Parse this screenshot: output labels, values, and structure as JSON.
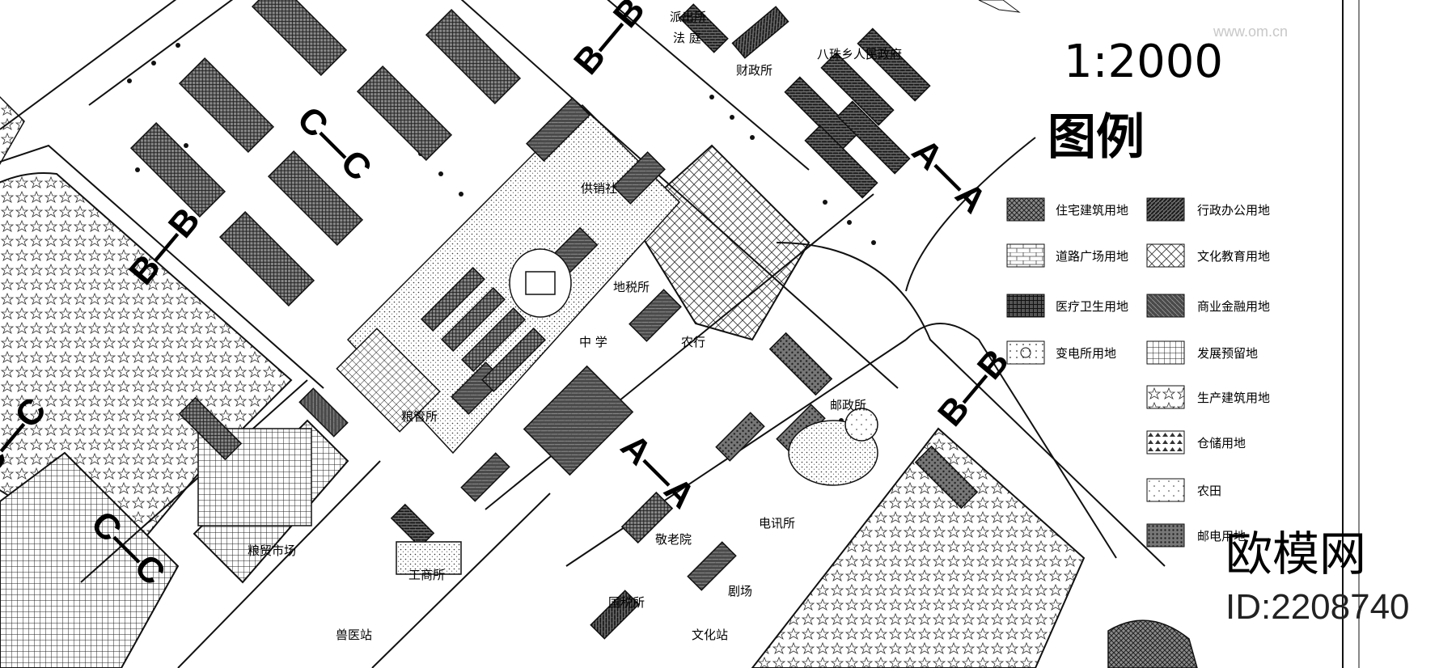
{
  "scale": "1:2000",
  "legend": {
    "title": "图例",
    "items": [
      {
        "label": "住宅建筑用地",
        "pattern": "pat-res"
      },
      {
        "label": "行政办公用地",
        "pattern": "pat-admin"
      },
      {
        "label": "道路广场用地",
        "pattern": "pat-road"
      },
      {
        "label": "文化教育用地",
        "pattern": "pat-edu"
      },
      {
        "label": "医疗卫生用地",
        "pattern": "pat-med"
      },
      {
        "label": "商业金融用地",
        "pattern": "pat-com"
      },
      {
        "label": "变电所用地",
        "pattern": "pat-power"
      },
      {
        "label": "发展预留地",
        "pattern": "pat-reserve"
      },
      {
        "label": "生产建筑用地",
        "pattern": "pat-ind"
      },
      {
        "label": "仓储用地",
        "pattern": "pat-store"
      },
      {
        "label": "农田",
        "pattern": "pat-farm"
      },
      {
        "label": "邮电用地",
        "pattern": "pat-post"
      }
    ]
  },
  "places": [
    "派出所",
    "法 庭",
    "财政所",
    "八珠乡人民政府",
    "供销社",
    "地税所",
    "中 学",
    "农行",
    "粮管所",
    "邮政所",
    "电讯所",
    "敬老院",
    "粮贸市场",
    "工商所",
    "国税所",
    "剧场",
    "兽医站",
    "文化站"
  ],
  "sections": [
    "A—A",
    "B—B",
    "C—C"
  ],
  "watermark": {
    "brand": "欧模网",
    "id": "ID:2208740",
    "site": "www.om.cn"
  }
}
